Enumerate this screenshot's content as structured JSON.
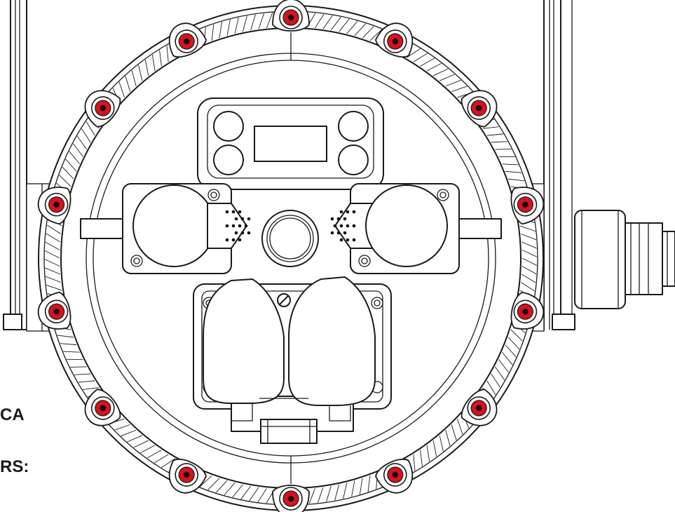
{
  "labels": {
    "line1": "CA",
    "line2": "RS:"
  },
  "colors": {
    "ink": "#1a1a1a",
    "bolt_accent": "#d8121e",
    "background": "#ffffff"
  },
  "bolt_count": 14,
  "icons": {
    "rim_bolt": "hex-bolt-icon",
    "display": "lcd-display-icon",
    "small_fastener": "slotted-screw-icon"
  }
}
